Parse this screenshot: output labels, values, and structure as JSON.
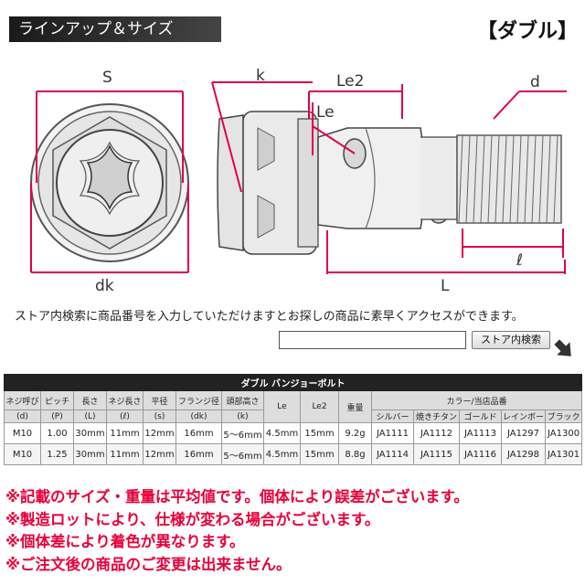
{
  "header": {
    "section_title": "ラインアップ＆サイズ",
    "type_label": "【ダブル】"
  },
  "diagram": {
    "labels": {
      "s": "S",
      "dk": "dk",
      "k": "k",
      "le2": "Le2",
      "le": "Le",
      "d": "d",
      "l_small": "ℓ",
      "l_big": "L"
    }
  },
  "search": {
    "prompt": "ストア内検索に商品番号を入力していただけますとお探しの商品に素早くアクセスができます。",
    "input_value": "",
    "button_label": "ストア内検索"
  },
  "table": {
    "title": "ダブル バンジョーボルト",
    "headers": [
      {
        "top": "ネジ呼び",
        "bottom": "(d)"
      },
      {
        "top": "ピッチ",
        "bottom": "(P)"
      },
      {
        "top": "長さ",
        "bottom": "(L)"
      },
      {
        "top": "ネジ長さ",
        "bottom": "(ℓ)"
      },
      {
        "top": "平径",
        "bottom": "(s)"
      },
      {
        "top": "フランジ径",
        "bottom": "(dk)"
      },
      {
        "top": "頭部高さ",
        "bottom": "(k)"
      },
      {
        "top": "Le",
        "bottom": ""
      },
      {
        "top": "Le2",
        "bottom": ""
      },
      {
        "top": "重量",
        "bottom": ""
      }
    ],
    "color_group": "カラー/当店品番",
    "colors": [
      "シルバー",
      "焼きチタン",
      "ゴールド",
      "レインボー",
      "ブラック"
    ],
    "rows": [
      {
        "cells": [
          "M10",
          "1.00",
          "30mm",
          "11mm",
          "12mm",
          "16mm",
          "5～6mm",
          "4.5mm",
          "15mm",
          "9.2g",
          "JA1111",
          "JA1112",
          "JA1113",
          "JA1297",
          "JA1300"
        ]
      },
      {
        "cells": [
          "M10",
          "1.25",
          "30mm",
          "11mm",
          "12mm",
          "16mm",
          "5～6mm",
          "4.5mm",
          "15mm",
          "8.8g",
          "JA1114",
          "JA1115",
          "JA1116",
          "JA1298",
          "JA1301"
        ]
      }
    ]
  },
  "notes": [
    "※記載のサイズ・重量は平均値です。個体により誤差がございます。",
    "※製造ロットにより、仕様が変わる場合がございます。",
    "※個体差により着色が異なります。",
    "※ご注文後の商品のご変更は出来ません。"
  ],
  "colors": {
    "accent_red": "#e8003a",
    "dimension_red": "#e0004a",
    "header_dark": "#222222"
  }
}
